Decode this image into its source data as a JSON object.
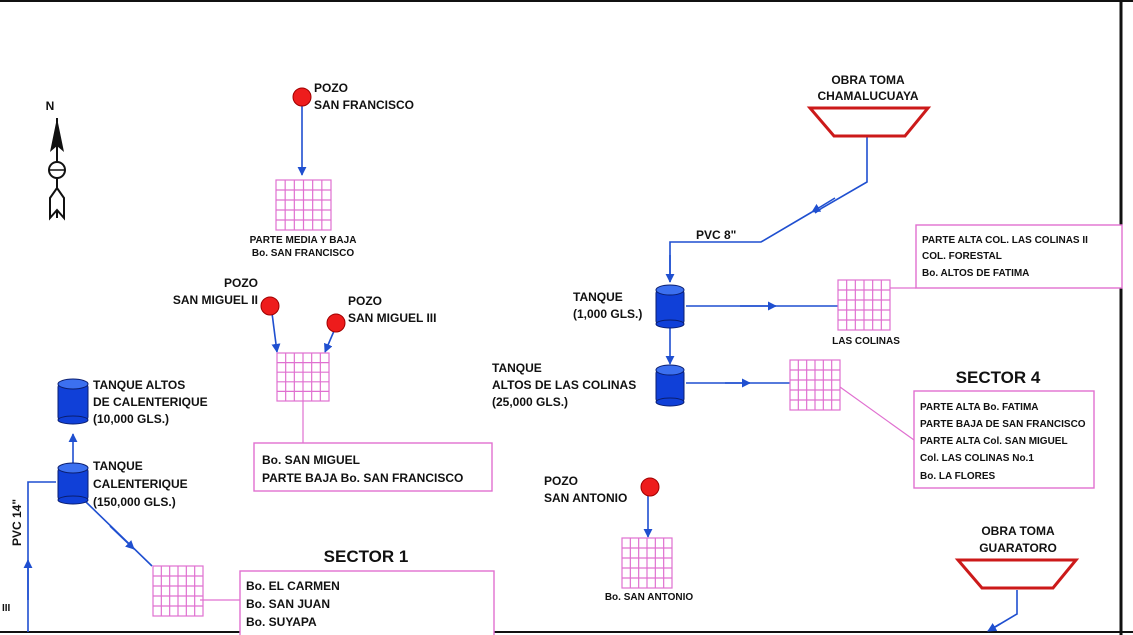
{
  "colors": {
    "pipe": "#1f4fd0",
    "tank": "#1040d8",
    "well": "#ee1c1c",
    "intake": "#cc1a1a",
    "sector_outline": "#e070d0"
  },
  "north": {
    "label": "N"
  },
  "wells": {
    "san_francisco": [
      "POZO",
      "SAN FRANCISCO"
    ],
    "san_miguel_ii": [
      "POZO",
      "SAN MIGUEL II"
    ],
    "san_miguel_iii": [
      "POZO",
      "SAN MIGUEL III"
    ],
    "san_antonio": [
      "POZO",
      "SAN ANTONIO"
    ]
  },
  "intakes": {
    "chamalucuaya": [
      "OBRA TOMA",
      "CHAMALUCUAYA"
    ],
    "guaratoro": [
      "OBRA TOMA",
      "GUARATORO"
    ]
  },
  "tanks": {
    "altos_calenterique": [
      "TANQUE ALTOS",
      "DE CALENTERIQUE",
      "(10,000 GLS.)"
    ],
    "calenterique": [
      "TANQUE",
      "CALENTERIQUE",
      "(150,000 GLS.)"
    ],
    "colinas_1000": [
      "TANQUE",
      "(1,000 GLS.)"
    ],
    "altos_colinas": [
      "TANQUE",
      "ALTOS DE LAS COLINAS",
      "(25,000 GLS.)"
    ]
  },
  "pipes": {
    "pvc_8": "PVC 8\"",
    "pvc_14": "PVC 14\""
  },
  "zones": {
    "media_baja_sf": [
      "PARTE MEDIA Y BAJA",
      "Bo. SAN FRANCISCO"
    ],
    "las_colinas": "LAS COLINAS",
    "san_antonio": "Bo. SAN ANTONIO"
  },
  "boxes": {
    "san_miguel": [
      "Bo. SAN MIGUEL",
      "PARTE BAJA Bo. SAN FRANCISCO"
    ],
    "colinas_top": [
      "PARTE ALTA COL. LAS COLINAS II",
      "COL. FORESTAL",
      "Bo. ALTOS DE FATIMA"
    ],
    "sector4": [
      "PARTE ALTA Bo. FATIMA",
      "PARTE BAJA DE SAN FRANCISCO",
      "PARTE ALTA Col. SAN MIGUEL",
      "Col. LAS COLINAS No.1",
      "Bo. LA FLORES"
    ],
    "sector1": [
      "Bo. EL CARMEN",
      "Bo. SAN JUAN",
      "Bo. SUYAPA"
    ]
  },
  "sectors": {
    "sector1": "SECTOR 1",
    "sector4": "SECTOR 4"
  },
  "edge_label": "III"
}
